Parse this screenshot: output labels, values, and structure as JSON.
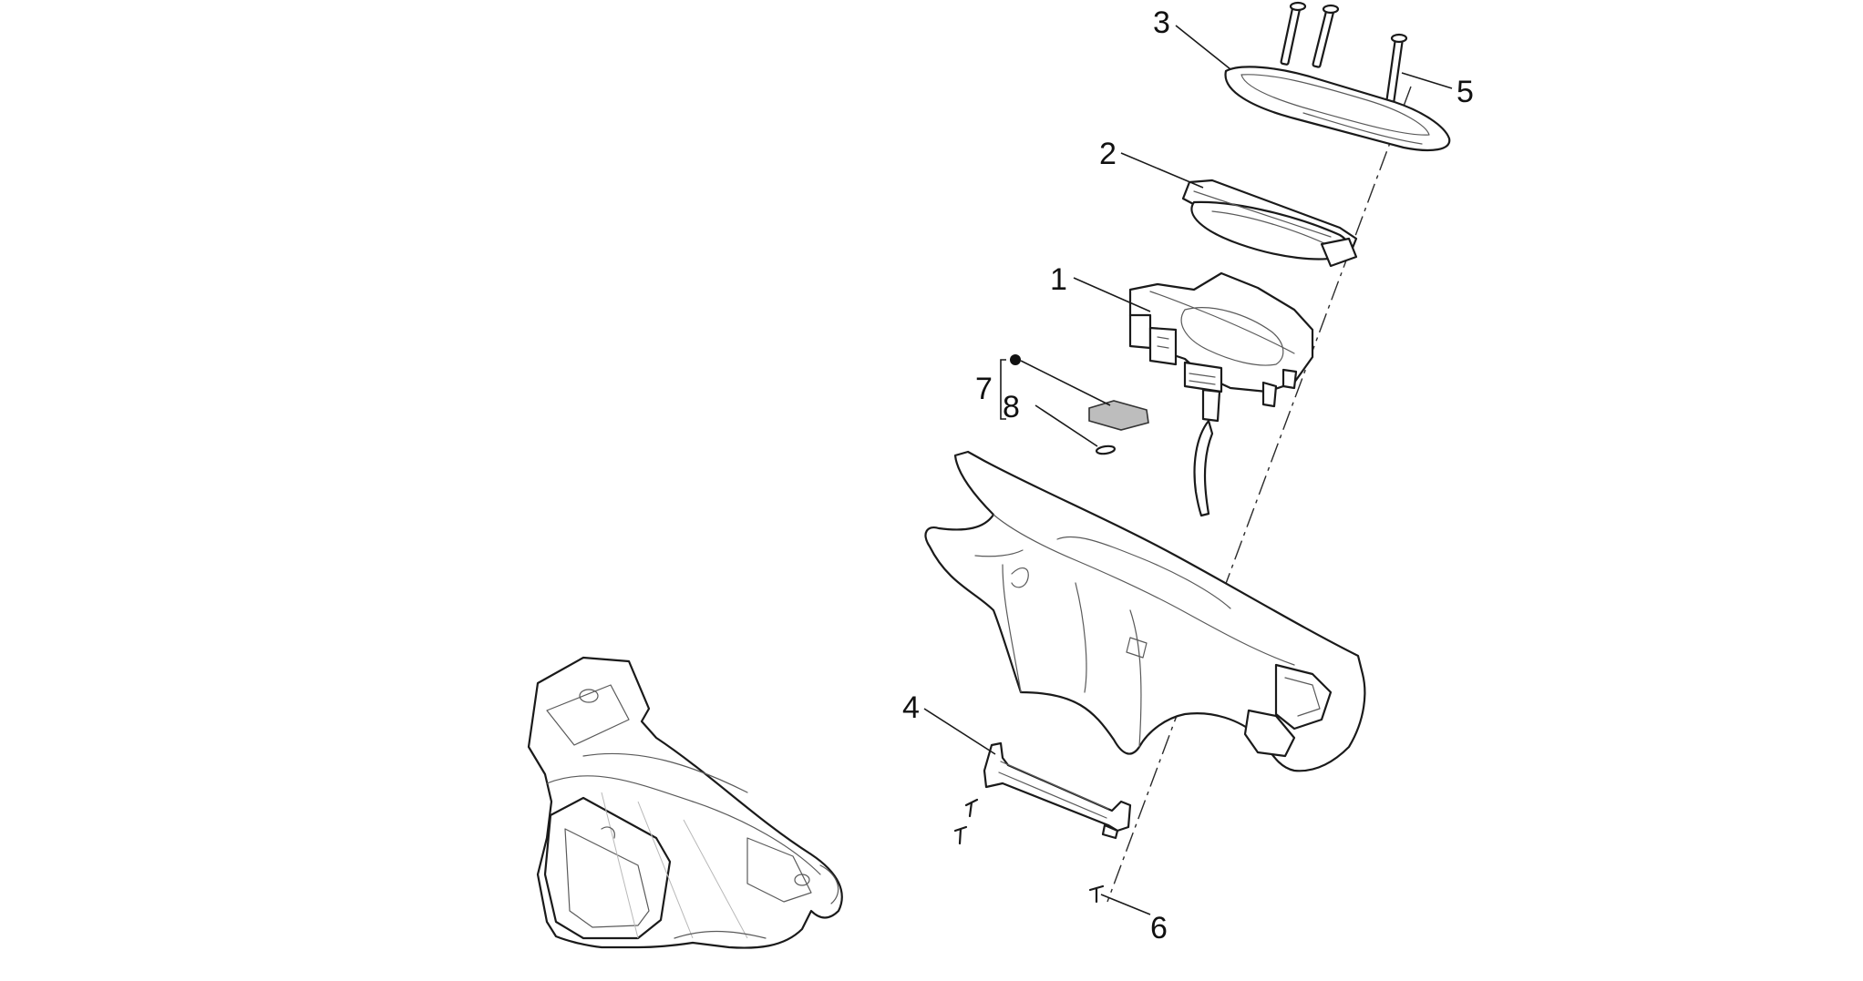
{
  "callouts": [
    {
      "id": "c1",
      "text": "1"
    },
    {
      "id": "c2",
      "text": "2"
    },
    {
      "id": "c3",
      "text": "3"
    },
    {
      "id": "c4",
      "text": "4"
    },
    {
      "id": "c5",
      "text": "5"
    },
    {
      "id": "c6",
      "text": "6"
    },
    {
      "id": "c7",
      "text": "7"
    },
    {
      "id": "c8",
      "text": "8"
    }
  ],
  "parts": [
    "instrument-cluster",
    "cluster-support",
    "cluster-cover-frame",
    "bracket",
    "long-screw",
    "self-tapping-screw",
    "bulb",
    "bulb-seal"
  ],
  "colors": {
    "line": "#1a1a1a",
    "background": "#ffffff",
    "accent_fill": "#bdbdbd"
  }
}
